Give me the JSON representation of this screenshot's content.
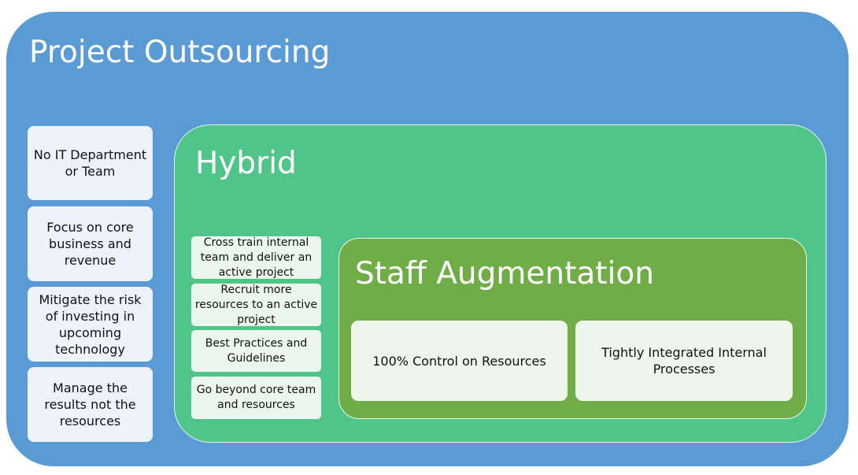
{
  "title": "Project Outsourcing",
  "outsourcing_items": [
    "No IT Department or Team",
    "Focus on core business and revenue",
    "Mitigate the risk of investing in upcoming technology",
    "Manage the results not the resources"
  ],
  "hybrid": {
    "title": "Hybrid",
    "items": [
      "Cross train internal team and deliver an active project",
      "Recruit more resources to an active project",
      "Best Practices and Guidelines",
      "Go beyond core team and resources"
    ]
  },
  "staff_augmentation": {
    "title": "Staff Augmentation",
    "items": [
      "100% Control on Resources",
      "Tightly Integrated Internal Processes"
    ]
  },
  "colors": {
    "outsourcing": "#5b9bd5",
    "hybrid": "#4fc58a",
    "staff_augmentation": "#70ad47"
  }
}
